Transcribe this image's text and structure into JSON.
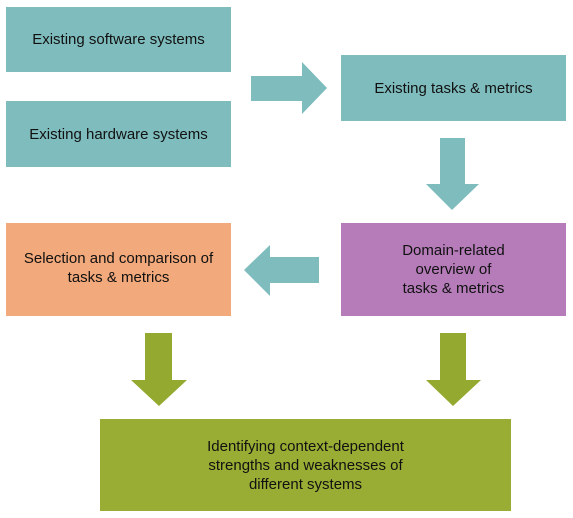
{
  "colors": {
    "teal": "#7fbcbd",
    "orange": "#f2a97b",
    "purple": "#b57cb9",
    "olive": "#99ac34",
    "olive_arrow": "#93a92f"
  },
  "nodes": {
    "software": "Existing software systems",
    "hardware": "Existing hardware systems",
    "tasks_metrics": "Existing tasks & metrics",
    "selection": "Selection and comparison of\ntasks & metrics",
    "domain": "Domain-related\noverview of\ntasks & metrics",
    "identify": "Identifying context-dependent\nstrengths and weaknesses of\ndifferent systems"
  },
  "edges": [
    {
      "from": "software+hardware",
      "to": "tasks_metrics",
      "direction": "right"
    },
    {
      "from": "tasks_metrics",
      "to": "domain",
      "direction": "down"
    },
    {
      "from": "domain",
      "to": "selection",
      "direction": "left"
    },
    {
      "from": "selection",
      "to": "identify",
      "direction": "down"
    },
    {
      "from": "domain",
      "to": "identify",
      "direction": "down"
    }
  ]
}
